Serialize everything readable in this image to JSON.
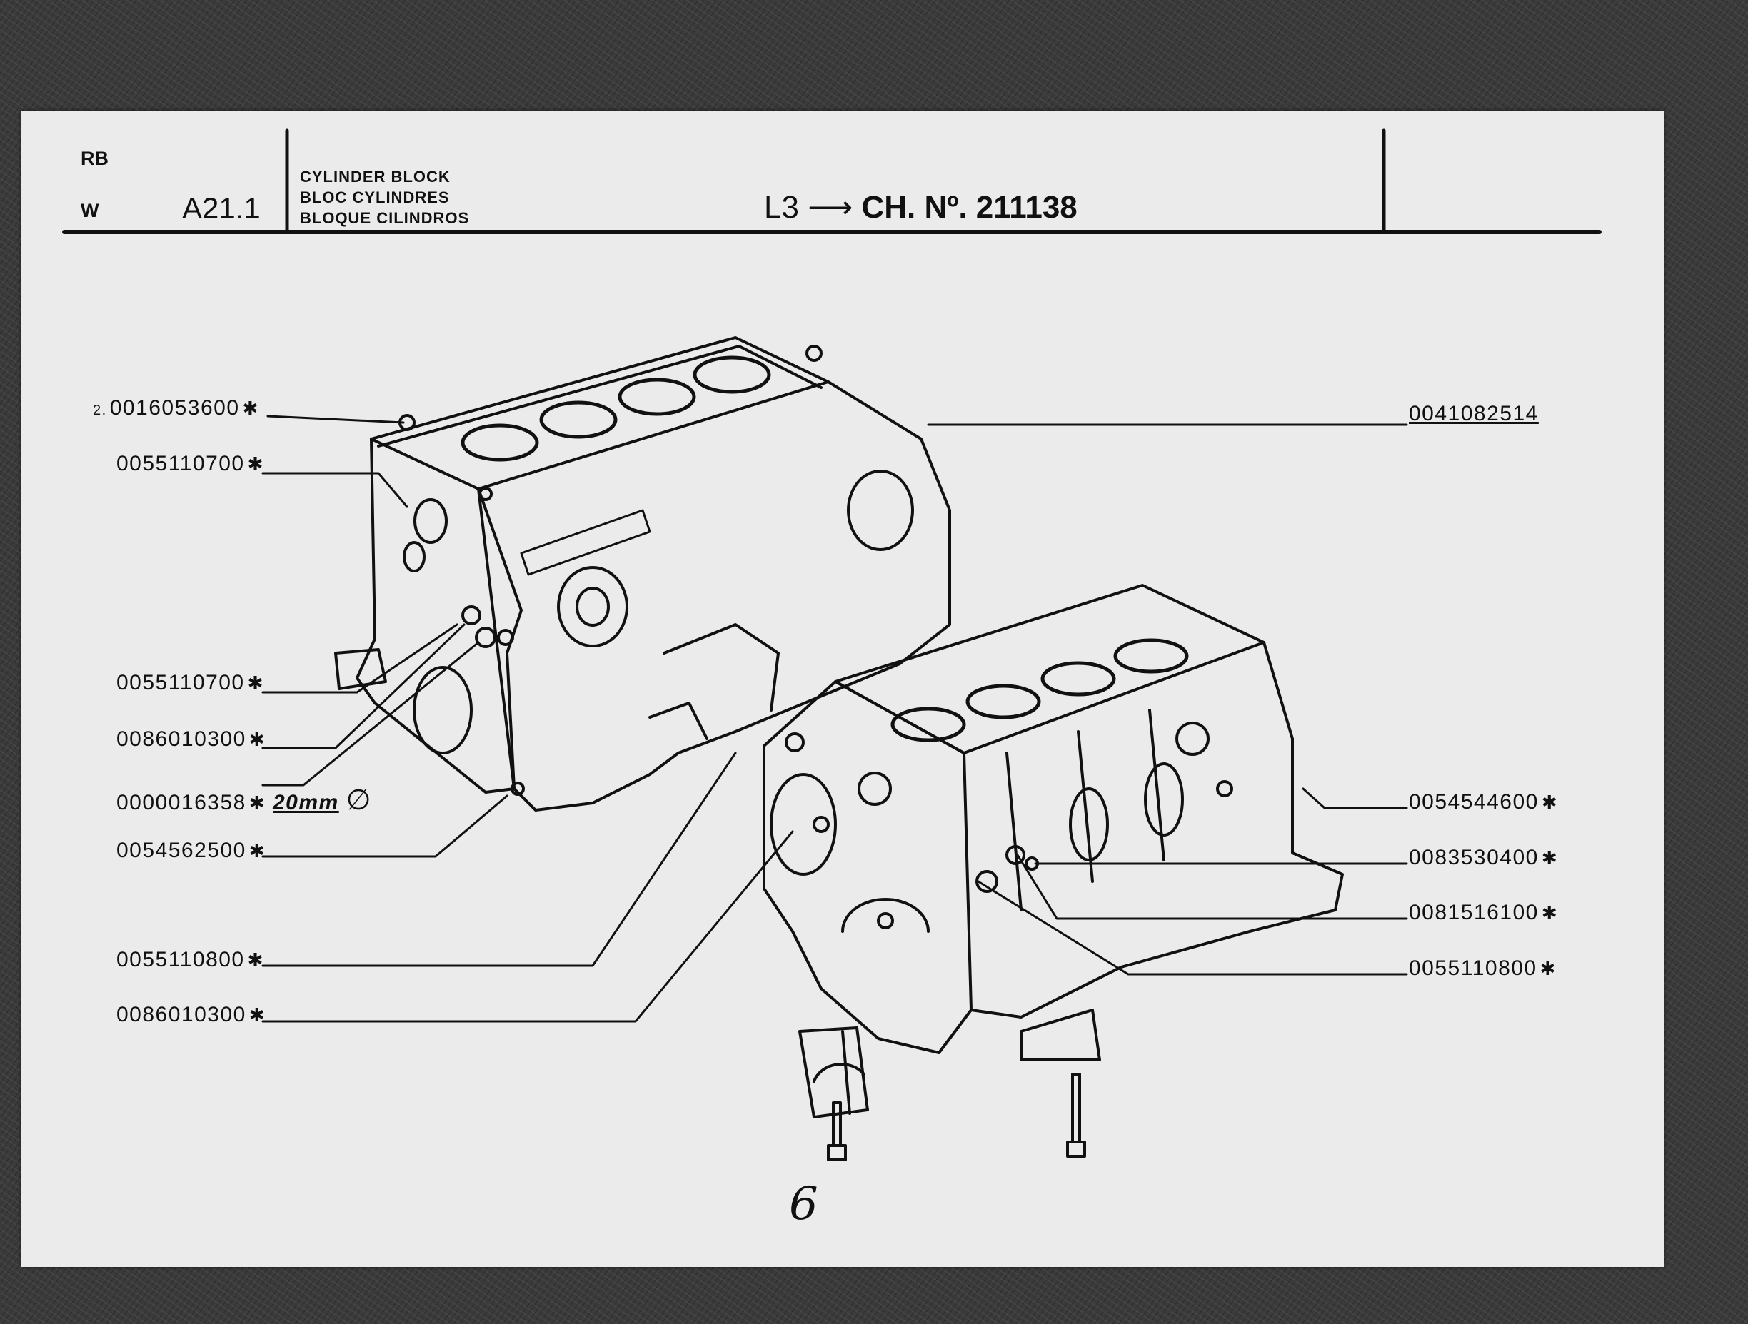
{
  "header": {
    "left_top": "RB",
    "left_bottom": "W",
    "code": "A21.1",
    "titles": [
      "CYLINDER BLOCK",
      "BLOC CYLINDRES",
      "BLOQUE CILINDROS"
    ],
    "chassis_prefix": "L3",
    "chassis_arrow": "⟶",
    "chassis_text": "CH. Nº. 211138"
  },
  "callouts": {
    "c1_prefix": "2.",
    "c1": "0016053600",
    "c2": "0055110700",
    "c3": "0055110700",
    "c4": "0086010300",
    "c5": "0000016358",
    "c5_note": "20mm",
    "c5_symbol": "∅",
    "c6": "0054562500",
    "c7": "0055110800",
    "c8": "0086010300",
    "r1": "0041082514",
    "r2": "0054544600",
    "r3": "0083530400",
    "r4": "0081516100",
    "r5": "0055110800",
    "star": "✱"
  },
  "page_number": "6"
}
